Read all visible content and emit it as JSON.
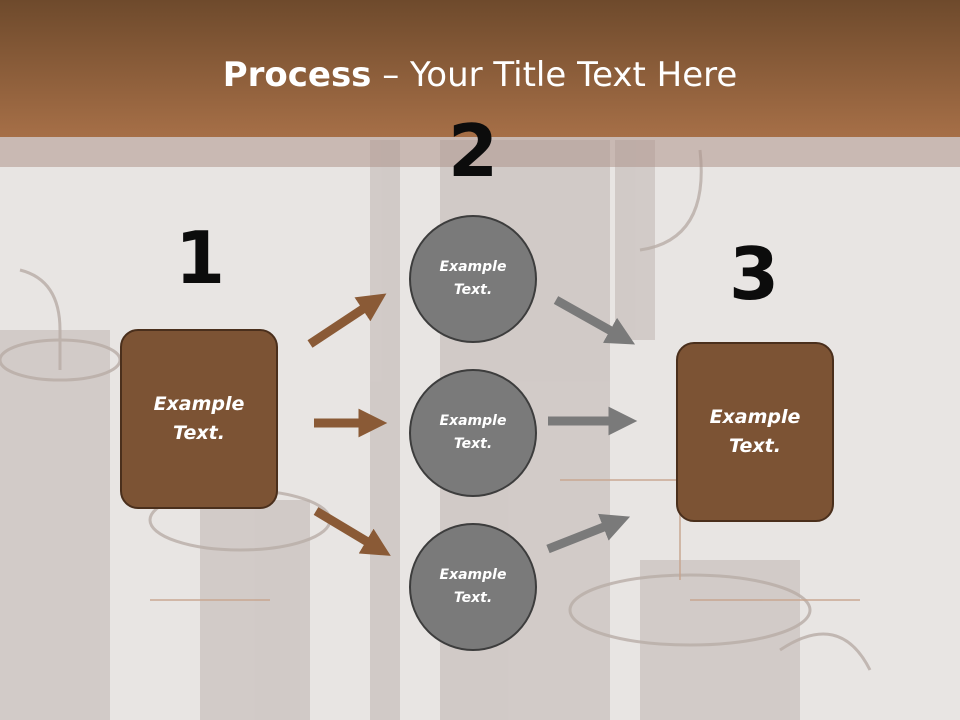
{
  "slide": {
    "title_bold": "Process",
    "title_rest": " – Your Title Text Here"
  },
  "steps": {
    "one": "1",
    "two": "2",
    "three": "3"
  },
  "left_box": {
    "label": "Example Text."
  },
  "circles": [
    {
      "label": "Example Text."
    },
    {
      "label": "Example Text."
    },
    {
      "label": "Example Text."
    }
  ],
  "right_box": {
    "label": "Example Text."
  },
  "colors": {
    "header": "#a66f47",
    "box_fill": "#7c5334",
    "circle_fill": "#7a7a7a",
    "arrow_brown": "#8a5a36",
    "arrow_gray": "#7a7a7a"
  }
}
